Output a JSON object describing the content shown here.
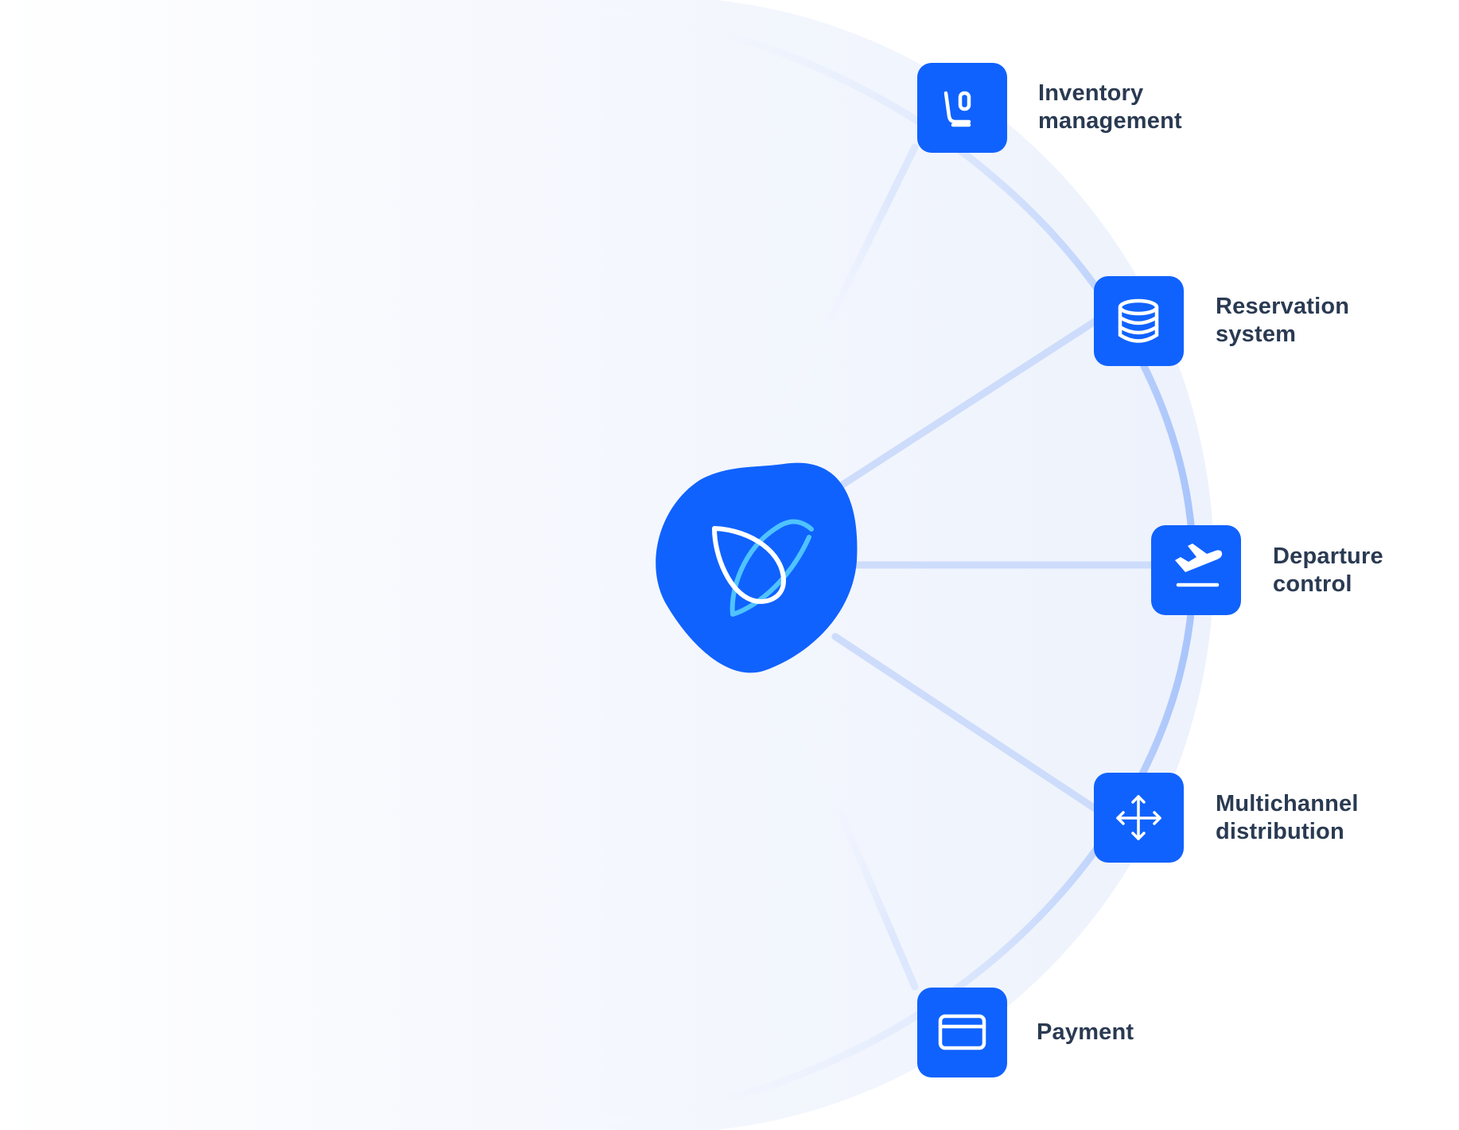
{
  "colors": {
    "primary": "#1062fe",
    "accent": "#4fc3ff",
    "label": "#2a3a52",
    "background_gradient": "#eef3fd",
    "arc": "#a8c4fb",
    "spoke": "#c9dafc"
  },
  "hub": {
    "icon": "leaf-bird-logo-icon"
  },
  "nodes": [
    {
      "id": "inventory",
      "icon": "airline-seat-icon",
      "label_lines": [
        "Inventory",
        "management"
      ]
    },
    {
      "id": "reservation",
      "icon": "database-icon",
      "label_lines": [
        "Reservation",
        "system"
      ]
    },
    {
      "id": "departure",
      "icon": "plane-departure-icon",
      "label_lines": [
        "Departure",
        "control"
      ]
    },
    {
      "id": "multichannel",
      "icon": "arrows-move-icon",
      "label_lines": [
        "Multichannel",
        "distribution"
      ]
    },
    {
      "id": "payment",
      "icon": "credit-card-icon",
      "label_lines": [
        "Payment"
      ]
    }
  ]
}
